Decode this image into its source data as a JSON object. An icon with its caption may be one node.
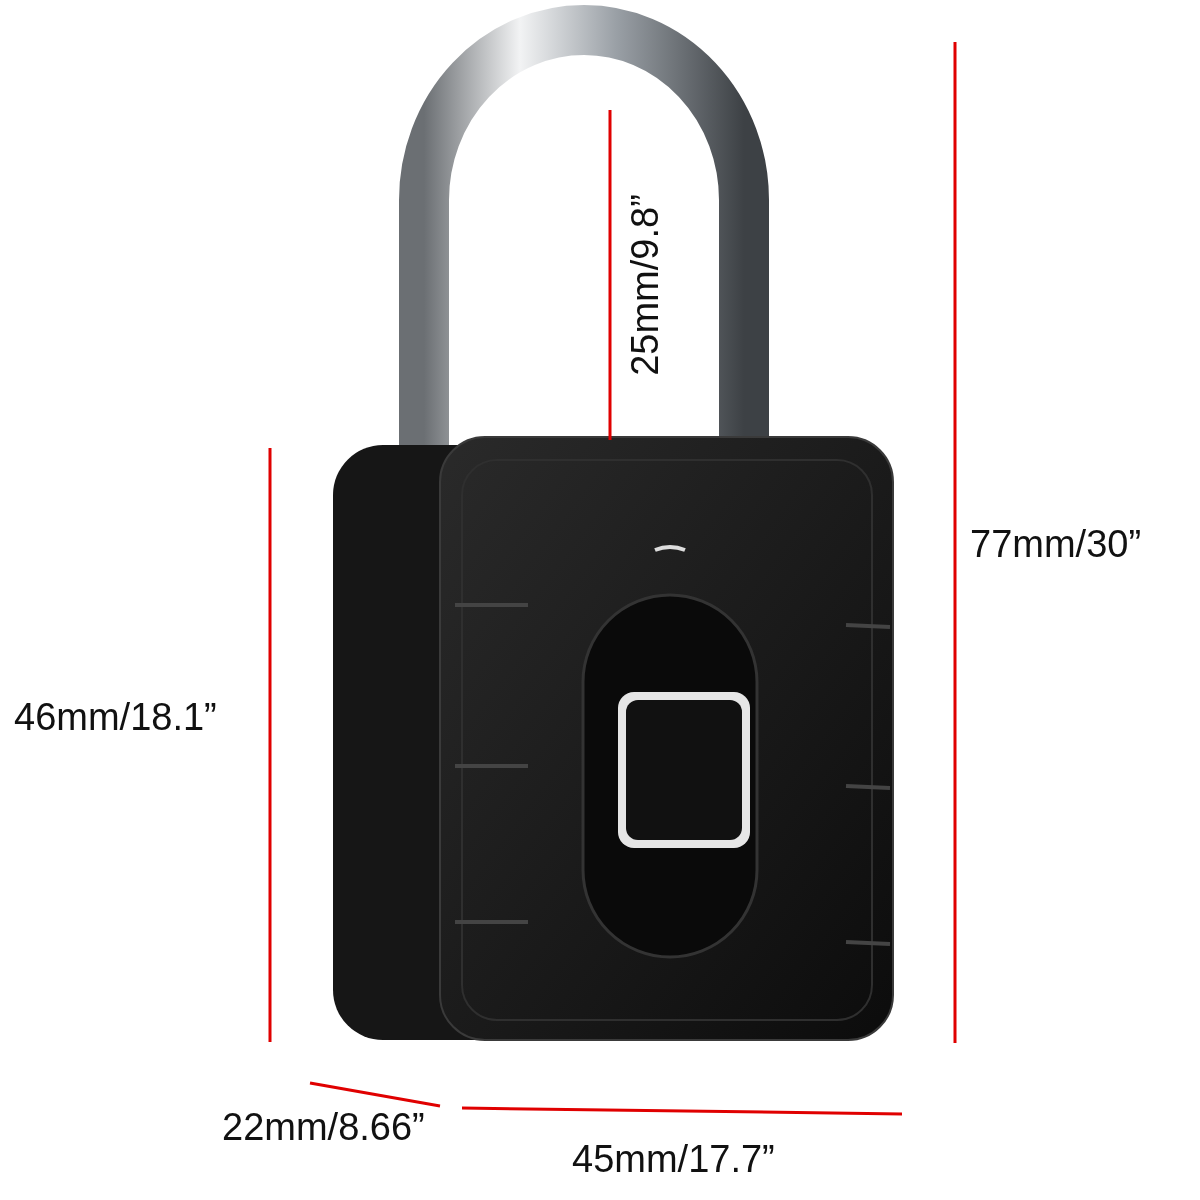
{
  "diagram": {
    "labels": [
      "25mm/9.8”",
      "77mm/30”",
      "46mm/18.1”",
      "22mm/8.66”",
      "45mm/17.7”"
    ]
  }
}
